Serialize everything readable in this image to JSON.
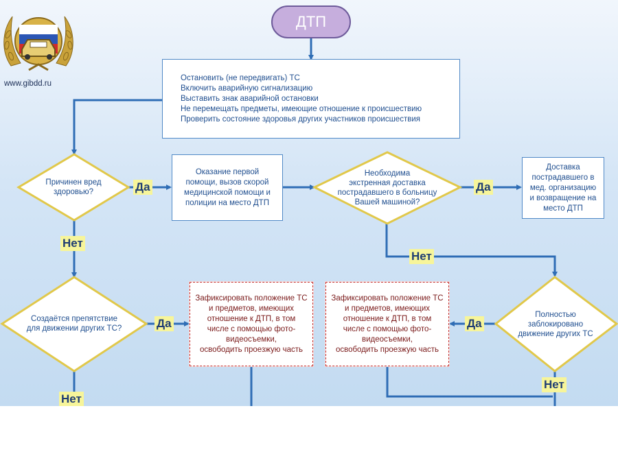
{
  "start": "ДТП",
  "logo_url": "www.gibdd.ru",
  "actions": [
    "Остановить (не передвигать) ТС",
    "Включить аварийную сигнализацию",
    "Выставить знак аварийной остановки",
    "Не перемещать предметы, имеющие отношение к происшествию",
    "Проверить состояние здоровья других участников происшествия"
  ],
  "q_harm": [
    "Причинен вред",
    "здоровью?"
  ],
  "first_aid": [
    "Оказание первой",
    "помощи, вызов скорой",
    "медицинской помощи и",
    "полиции на место ДТП"
  ],
  "q_transport": [
    "Необходима",
    "экстренная доставка",
    "пострадавшего в больницу",
    "Вашей машиной?"
  ],
  "delivery": [
    "Доставка",
    "пострадавшего в",
    "мед. организацию",
    "и возвращение на",
    "место ДТП"
  ],
  "q_obstacle": [
    "Создаётся препятствие",
    "для движении других ТС?"
  ],
  "q_blocked": [
    "Полностью",
    "заблокировано",
    "движение других ТС"
  ],
  "fix_left": [
    "Зафиксировать положение ТС",
    "и предметов, имеющих",
    "отношение к ДТП, в том",
    "числе с помощью фото-",
    "видеосъемки,",
    "освободить проезжую часть"
  ],
  "fix_right": [
    "Зафиксировать положение ТС",
    "и предметов, имеющих",
    "отношение к ДТП, в том",
    "числе с помощью фото-",
    "видеосъемки,",
    "освободить проезжую часть"
  ],
  "labels": {
    "yes": "Да",
    "no": "Нет"
  },
  "colors": {
    "line": "#2f6db5",
    "diamond_fill": "#ffffff",
    "diamond_border": "#e1c84a",
    "start_fill": "#c6aedd",
    "fix_border": "#c5302e",
    "tag_fill": "#f7f59a"
  }
}
